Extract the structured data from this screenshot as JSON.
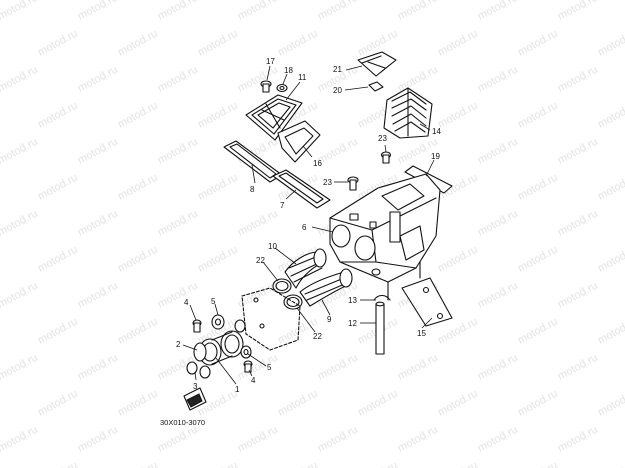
{
  "watermark": "motod.ru",
  "diagram_code": "30X010-3070",
  "callouts": [
    {
      "id": "c1",
      "text": "1"
    },
    {
      "id": "c2",
      "text": "2"
    },
    {
      "id": "c3",
      "text": "3"
    },
    {
      "id": "c4a",
      "text": "4"
    },
    {
      "id": "c4b",
      "text": "4"
    },
    {
      "id": "c5a",
      "text": "5"
    },
    {
      "id": "c5b",
      "text": "5"
    },
    {
      "id": "c6",
      "text": "6"
    },
    {
      "id": "c7",
      "text": "7"
    },
    {
      "id": "c8",
      "text": "8"
    },
    {
      "id": "c9",
      "text": "9"
    },
    {
      "id": "c10",
      "text": "10"
    },
    {
      "id": "c11",
      "text": "11"
    },
    {
      "id": "c12",
      "text": "12"
    },
    {
      "id": "c13",
      "text": "13"
    },
    {
      "id": "c14",
      "text": "14"
    },
    {
      "id": "c15",
      "text": "15"
    },
    {
      "id": "c16",
      "text": "16"
    },
    {
      "id": "c17",
      "text": "17"
    },
    {
      "id": "c18",
      "text": "18"
    },
    {
      "id": "c19",
      "text": "19"
    },
    {
      "id": "c20",
      "text": "20"
    },
    {
      "id": "c21",
      "text": "21"
    },
    {
      "id": "c22a",
      "text": "22"
    },
    {
      "id": "c22b",
      "text": "22"
    },
    {
      "id": "c23a",
      "text": "23"
    },
    {
      "id": "c23b",
      "text": "23"
    }
  ]
}
